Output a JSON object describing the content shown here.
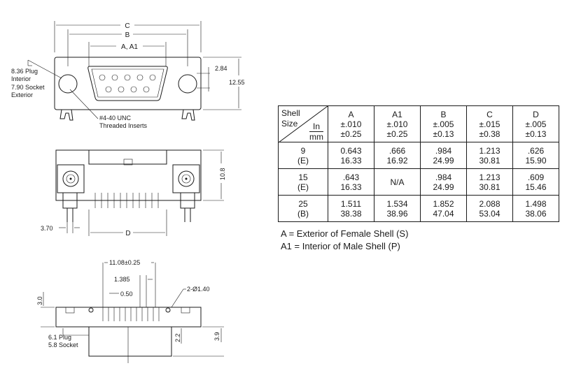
{
  "front_view": {
    "dim_c": "C",
    "dim_b": "B",
    "dim_a": "A, A1",
    "dim_284": "2.84",
    "dim_1255": "12.55",
    "hole_note": [
      "8.36 Plug",
      "Interior",
      "7.90 Socket",
      "Exterior"
    ],
    "insert_note": [
      "#4-40 UNC",
      "Threaded Inserts"
    ]
  },
  "side_view": {
    "dim_108": "10.8",
    "dim_370": "3.70",
    "dim_d": "D"
  },
  "bottom_view": {
    "dim_1108": "11.08±0.25",
    "dim_1385": "1.385",
    "dim_050": "0.50",
    "dim_holes": "2-Ø1.40",
    "dim_30": "3.0",
    "dim_22": "2.2",
    "dim_39": "3.9",
    "plug_note": [
      "6.1 Plug",
      "5.8 Socket"
    ]
  },
  "table": {
    "corner_size": [
      "Shell",
      "Size"
    ],
    "corner_in": "In",
    "corner_mm": "mm",
    "columns": [
      {
        "name": "A",
        "in_tol": "±.010",
        "mm_tol": "±0.25"
      },
      {
        "name": "A1",
        "in_tol": "±.010",
        "mm_tol": "±0.25"
      },
      {
        "name": "B",
        "in_tol": "±.005",
        "mm_tol": "±0.13"
      },
      {
        "name": "C",
        "in_tol": "±.015",
        "mm_tol": "±0.38"
      },
      {
        "name": "D",
        "in_tol": "±.005",
        "mm_tol": "±0.13"
      }
    ],
    "rows": [
      {
        "size": "9",
        "code": "(E)",
        "cells": [
          [
            "0.643",
            "16.33"
          ],
          [
            ".666",
            "16.92"
          ],
          [
            ".984",
            "24.99"
          ],
          [
            "1.213",
            "30.81"
          ],
          [
            ".626",
            "15.90"
          ]
        ]
      },
      {
        "size": "15",
        "code": "(E)",
        "cells": [
          [
            ".643",
            "16.33"
          ],
          [
            "N/A"
          ],
          [
            ".984",
            "24.99"
          ],
          [
            "1.213",
            "30.81"
          ],
          [
            ".609",
            "15.46"
          ]
        ]
      },
      {
        "size": "25",
        "code": "(B)",
        "cells": [
          [
            "1.511",
            "38.38"
          ],
          [
            "1.534",
            "38.96"
          ],
          [
            "1.852",
            "47.04"
          ],
          [
            "2.088",
            "53.04"
          ],
          [
            "1.498",
            "38.06"
          ]
        ]
      }
    ]
  },
  "notes": [
    "A = Exterior of Female Shell (S)",
    "A1 = Interior of Male Shell (P)"
  ]
}
